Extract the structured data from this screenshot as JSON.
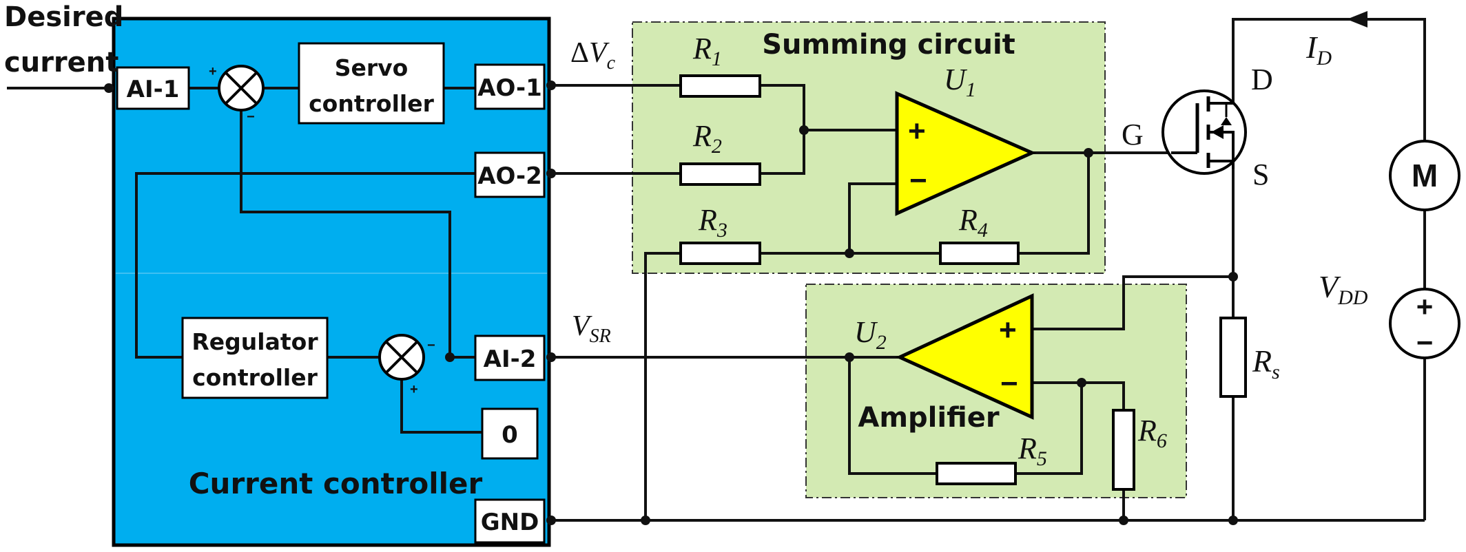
{
  "input": {
    "label_line1": "Desired",
    "label_line2": "current"
  },
  "controller": {
    "title": "Current controller",
    "servo_line1": "Servo",
    "servo_line2": "controller",
    "regulator_line1": "Regulator",
    "regulator_line2": "controller",
    "ports": {
      "ai1": "AI-1",
      "ao1": "AO-1",
      "ao2": "AO-2",
      "ai2": "AI-2",
      "zero": "0",
      "gnd": "GND"
    },
    "signs": {
      "sum1_plus": "+",
      "sum1_minus": "−",
      "sum2_minus": "−",
      "sum2_plus": "+"
    }
  },
  "signals": {
    "dvc_delta": "Δ",
    "dvc_v": "V",
    "dvc_sub": "c",
    "vsr_v": "V",
    "vsr_sub": "SR"
  },
  "summing": {
    "title": "Summing circuit",
    "r1": "R",
    "r1_sub": "1",
    "r2": "R",
    "r2_sub": "2",
    "r3": "R",
    "r3_sub": "3",
    "r4": "R",
    "r4_sub": "4",
    "u1": "U",
    "u1_sub": "1",
    "plus": "+",
    "minus": "−"
  },
  "amplifier": {
    "title": "Amplifier",
    "u2": "U",
    "u2_sub": "2",
    "r5": "R",
    "r5_sub": "5",
    "r6": "R",
    "r6_sub": "6",
    "plus": "+",
    "minus": "−"
  },
  "power": {
    "mosfet_gate": "G",
    "mosfet_drain": "D",
    "mosfet_source": "S",
    "id": "I",
    "id_sub": "D",
    "motor": "M",
    "vdd": "V",
    "vdd_sub": "DD",
    "src_plus": "+",
    "src_minus": "−",
    "rs": "R",
    "rs_sub": "s"
  },
  "colors": {
    "controller_fill": "#00aeef",
    "panel_fill": "#d3eab3",
    "opamp_fill": "#ffff00"
  }
}
